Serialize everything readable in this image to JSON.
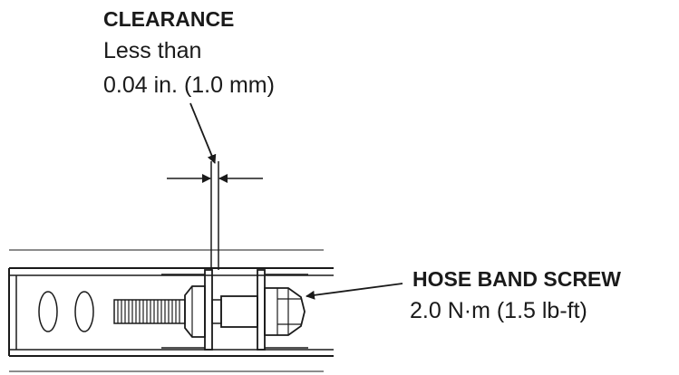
{
  "clearance": {
    "title": "CLEARANCE",
    "line1": "Less than",
    "line2": "0.04 in. (1.0 mm)"
  },
  "hose_band_screw": {
    "title": "HOSE BAND SCREW",
    "torque": "2.0 N·m (1.5 lb-ft)"
  },
  "colors": {
    "line": "#1a1a1a",
    "background": "#ffffff"
  }
}
